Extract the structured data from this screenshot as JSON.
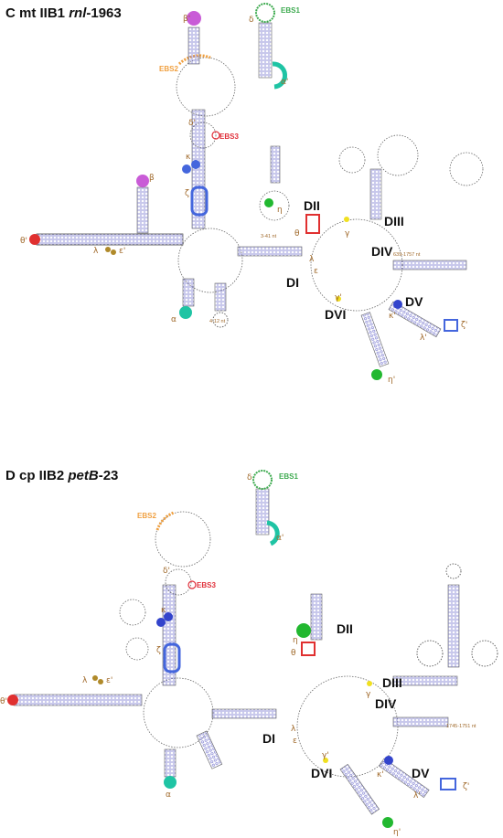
{
  "panels": [
    {
      "title_prefix": "C mt IIB1 ",
      "title_italic": "rnl",
      "title_suffix": "-1963",
      "domains": [
        "DI",
        "DII",
        "DIII",
        "DIV",
        "DV",
        "DVI"
      ],
      "ebs": {
        "ebs1": "EBS1",
        "ebs2": "EBS2",
        "ebs3": "EBS3"
      },
      "greek": {
        "alpha": "α",
        "alpha_p": "α'",
        "beta": "β",
        "beta_p": "β'",
        "gamma": "γ",
        "gamma_p": "γ'",
        "delta": "δ",
        "delta_p": "δ'",
        "epsilon": "ε",
        "epsilon_p": "ε'",
        "zeta": "ζ",
        "zeta_p": "ζ'",
        "eta": "η",
        "eta_p": "η'",
        "theta": "θ",
        "theta_p": "θ'",
        "kappa": "κ",
        "kappa_p": "κ'",
        "lambda": "λ",
        "lambda_p": "λ'"
      },
      "loop_notes": {
        "d1": "4-12 nt",
        "d2": "3-41 nt",
        "d4": "639-1757 nt"
      }
    },
    {
      "title_prefix": "D cp IIB2 ",
      "title_italic": "petB",
      "title_suffix": "-23",
      "domains": [
        "DI",
        "DII",
        "DIII",
        "DIV",
        "DV",
        "DVI"
      ],
      "ebs": {
        "ebs1": "EBS1",
        "ebs2": "EBS2",
        "ebs3": "EBS3"
      },
      "greek": {
        "alpha": "α",
        "alpha_p": "α'",
        "gamma": "γ",
        "gamma_p": "γ'",
        "delta": "δ",
        "delta_p": "δ'",
        "epsilon": "ε",
        "epsilon_p": "ε'",
        "zeta": "ζ",
        "zeta_p": "ζ'",
        "eta": "η",
        "eta_p": "η'",
        "theta": "θ",
        "theta_p": "θ'",
        "kappa": "κ",
        "kappa_p": "κ'",
        "lambda": "λ",
        "lambda_p": "λ'"
      },
      "loop_notes": {
        "d4": "1745-1751 nt"
      }
    }
  ],
  "colors": {
    "ebs1": "#3daa4f",
    "ebs2": "#f0a040",
    "ebs3": "#e0303a",
    "alpha": "#1fc4a4",
    "beta": "#c040d0",
    "gamma": "#f0e020",
    "delta": "#d8a070",
    "epsilon": "#b08a2a",
    "zeta": "#4466dd",
    "eta": "#22b830",
    "theta": "#e03030",
    "kappa": "#3344cc",
    "lambda": "#c77a50",
    "backbone": "#555555",
    "pair": "#7a7ad0"
  }
}
